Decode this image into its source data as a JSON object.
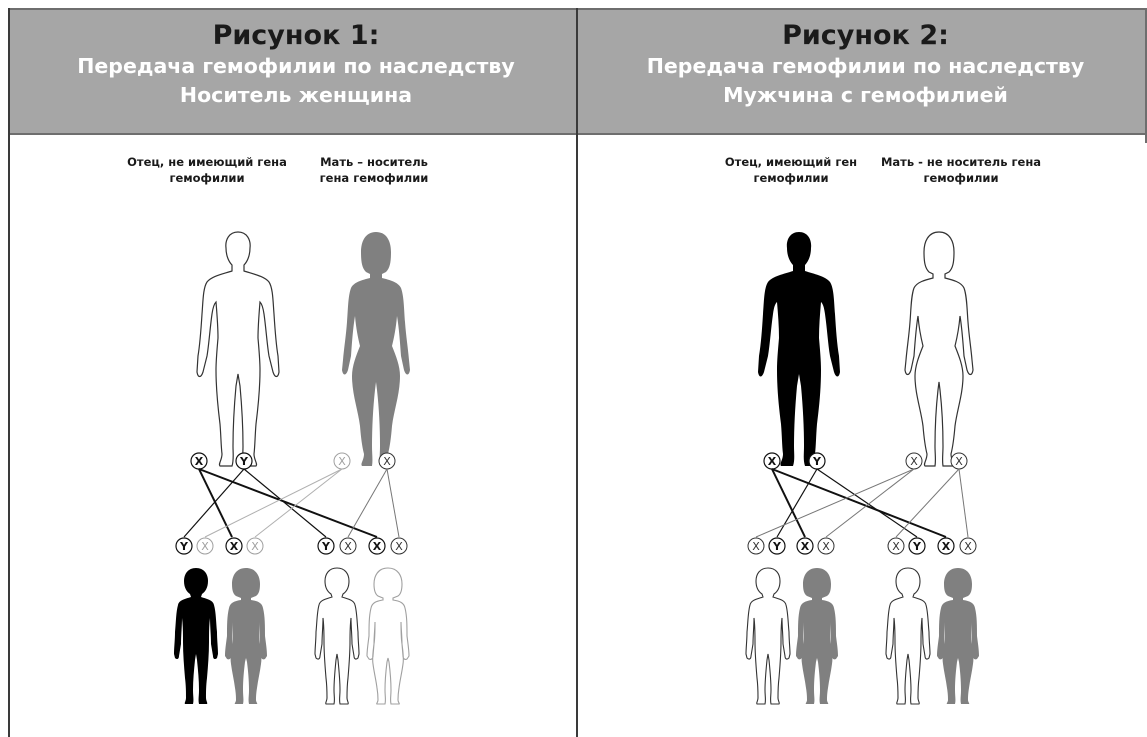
{
  "figure1": {
    "title": "Рисунок 1:",
    "subtitle_line1": "Передача гемофилии по наследству",
    "subtitle_line2": "Носитель женщина",
    "father_label_line1": "Отец, не имеющий гена",
    "father_label_line2": "гемофилии",
    "mother_label_line1": "Мать – носитель",
    "mother_label_line2": "гена гемофилии",
    "parent_chromosomes": [
      "X",
      "Y",
      "X",
      "X"
    ],
    "child_chromosomes": [
      [
        "Y",
        "X"
      ],
      [
        "X",
        "X"
      ],
      [
        "Y",
        "X"
      ],
      [
        "X",
        "X"
      ]
    ]
  },
  "figure2": {
    "title": "Рисунок 2:",
    "subtitle_line1": "Передача гемофилии по наследству",
    "subtitle_line2": "Мужчина с гемофилией",
    "father_label_line1": "Отец, имеющий ген",
    "father_label_line2": "гемофилии",
    "mother_label_line1": "Мать - не носитель гена",
    "mother_label_line2": "гемофилии",
    "parent_chromosomes": [
      "X",
      "Y",
      "X",
      "X"
    ],
    "child_chromosomes": [
      [
        "X",
        "Y"
      ],
      [
        "X",
        "X"
      ],
      [
        "X",
        "Y"
      ],
      [
        "X",
        "X"
      ]
    ]
  },
  "colors": {
    "header_bg": "#a6a6a6",
    "affected": "#000000",
    "carrier": "#808080",
    "unaffected": "#ffffff",
    "faded": "#a0a0a0"
  }
}
